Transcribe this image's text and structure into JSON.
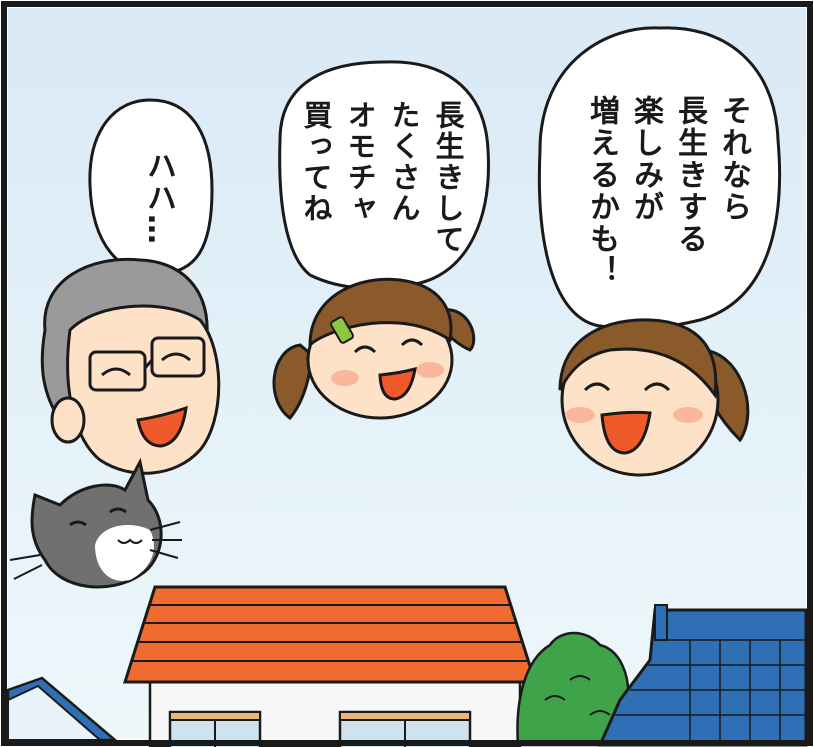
{
  "speech_bubbles": {
    "mother": "それなら\n長生きする\n楽しみが\n増えるかも！",
    "girl": "長生きして\nたくさん\nオモチャ\n買ってね",
    "grandfather": "ハハ…"
  },
  "colors": {
    "sky_top": "#dcebf7",
    "sky_bottom": "#e9f6fb",
    "roof_red": "#ef6b2f",
    "roof_blue": "#2f6fb5",
    "tree_green": "#3fa34a",
    "skin": "#fde2c8",
    "hair_brown": "#8a5a2b",
    "hair_gray": "#9a9a9a",
    "mouth": "#f05a2a"
  }
}
